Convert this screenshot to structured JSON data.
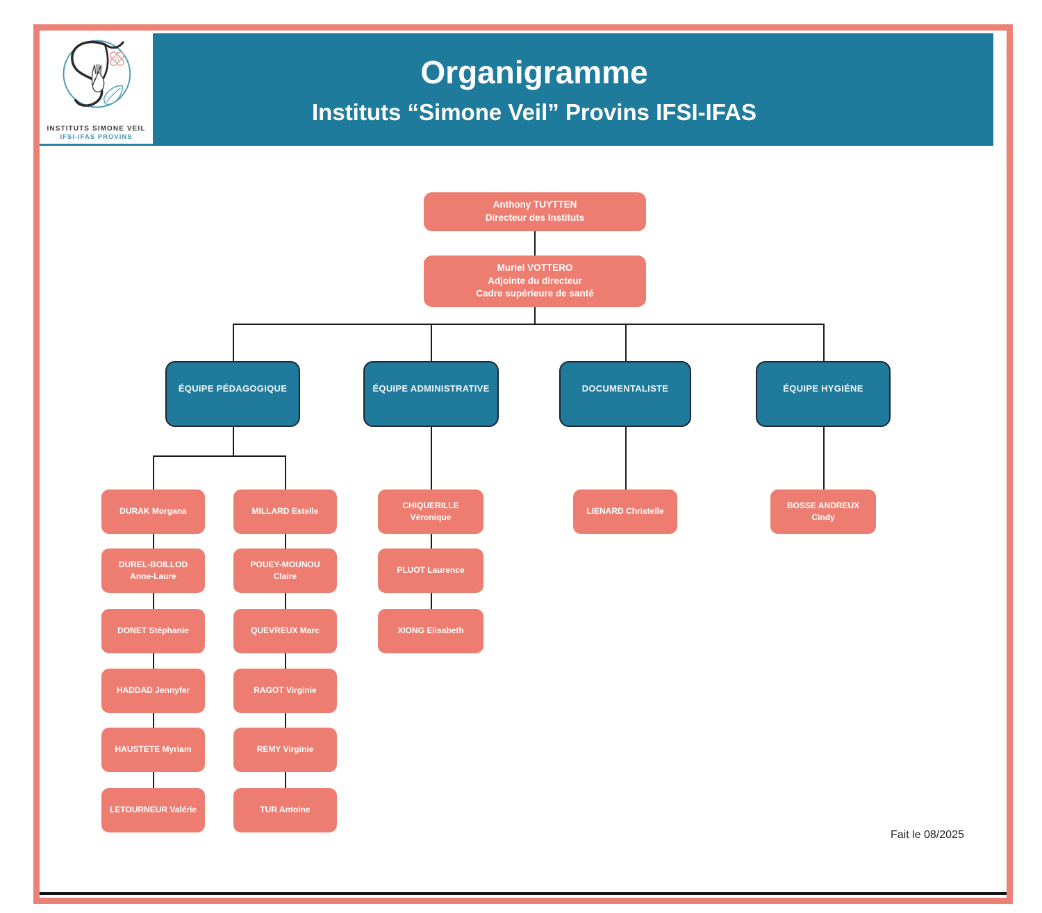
{
  "header": {
    "title": "Organigramme",
    "subtitle": "Instituts “Simone Veil” Provins IFSI-IFAS",
    "logo_line1": "INSTITUTS SIMONE VEIL",
    "logo_line2": "IFSI-IFAS PROVINS"
  },
  "colors": {
    "banner_teal": "#1F7B9C",
    "team_teal": "#1F7A9C",
    "salmon_box": "#EC7D70",
    "frame_salmon": "#EC8177",
    "connector": "#1A1A1A"
  },
  "org": {
    "director": {
      "name": "Anthony TUYTTEN",
      "role": "Directeur des Instituts"
    },
    "deputy": {
      "name": "Muriel VOTTERO",
      "role1": "Adjointe du directeur",
      "role2": "Cadre supérieure de santé"
    },
    "teams": [
      {
        "label": "ÉQUIPE PÉDAGOGIQUE",
        "columns": [
          [
            "DURAK Morgana",
            "DUREL-BOILLOD Anne-Laure",
            "DONET Stéphanie",
            "HADDAD Jennyfer",
            "HAUSTETE Myriam",
            "LETOURNEUR Valérie"
          ],
          [
            "MILLARD Estelle",
            "POUEY-MOUNOU Claire",
            "QUEVREUX Marc",
            "RAGOT Virginie",
            "REMY Virginie",
            "TUR Antoine"
          ]
        ]
      },
      {
        "label": "ÉQUIPE ADMINISTRATIVE",
        "members": [
          "CHIQUERILLE Véronique",
          "PLUOT Laurence",
          "XIONG Elisabeth"
        ]
      },
      {
        "label": "DOCUMENTALISTE",
        "members": [
          "LIENARD Christelle"
        ]
      },
      {
        "label": "ÉQUIPE HYGIÉNE",
        "members": [
          "BOSSE ANDREUX Cindy"
        ]
      }
    ]
  },
  "footer": {
    "date_note": "Fait le 08/2025"
  }
}
